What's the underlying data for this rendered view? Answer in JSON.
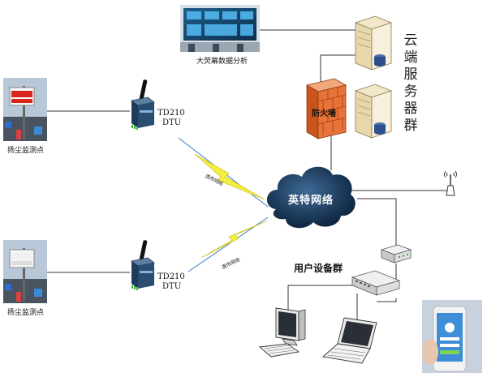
{
  "top_screen": {
    "caption": "大荧幕数据分析"
  },
  "cloud_servers": {
    "label_chars": [
      "云",
      "端",
      "服",
      "务",
      "器",
      "群"
    ]
  },
  "firewall": {
    "label": "防火墙"
  },
  "network": {
    "label": "英特网络"
  },
  "user_group": {
    "label": "用户设备群"
  },
  "monitor_points": [
    {
      "caption": "扬尘监测点"
    },
    {
      "caption": "扬尘监测点"
    }
  ],
  "dtus": [
    {
      "model": "TD210",
      "type": "DTU",
      "link_label": "透传网络"
    },
    {
      "model": "TD210",
      "type": "DTU",
      "link_label": "透传网络"
    }
  ],
  "colors": {
    "firewall": "#e8733a",
    "cloud": "#16324f",
    "lightning": "#f4ee3c",
    "dtu": "#1e3b5a"
  }
}
